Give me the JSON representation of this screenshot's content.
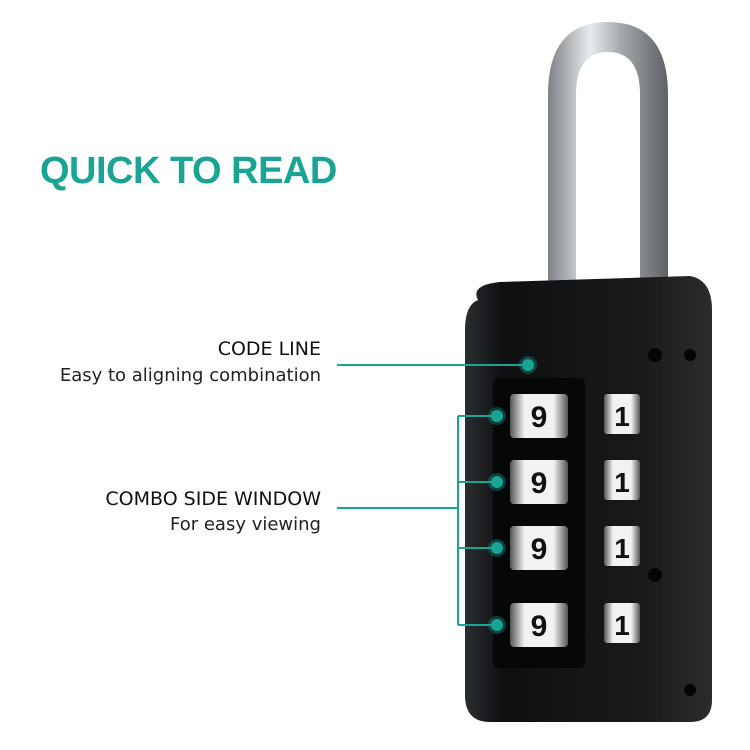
{
  "headline": "QUICK TO READ",
  "callouts": [
    {
      "title": "CODE LINE",
      "subtitle": "Easy to aligning combination"
    },
    {
      "title": "COMBO SIDE WINDOW",
      "subtitle": "For easy viewing"
    }
  ],
  "lock": {
    "dial_digits": [
      "9",
      "9",
      "9",
      "9"
    ],
    "side_window_digits": [
      "1",
      "1",
      "1",
      "1"
    ]
  },
  "colors": {
    "accent": "#1aa493",
    "lock_body": "#121416",
    "shackle": "#b8bcc0"
  }
}
